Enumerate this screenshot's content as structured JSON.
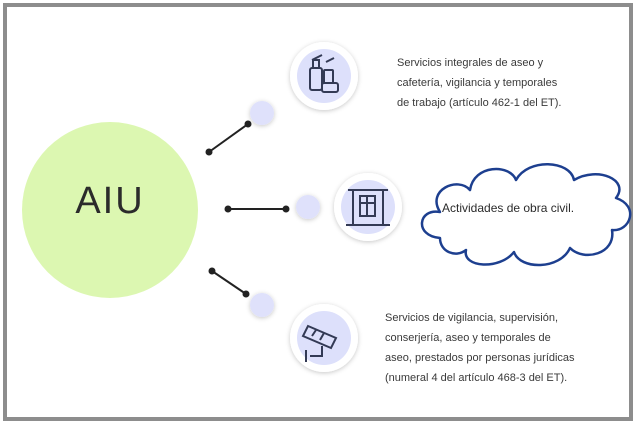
{
  "hub": {
    "label": "AIU",
    "color": "#dcf7b1"
  },
  "items": [
    {
      "icon": "cleaning-supplies-icon",
      "text_lines": [
        "Servicios integrales de aseo y",
        "cafetería, vigilancia y temporales",
        "de trabajo (artículo 462-1 del ET)."
      ]
    },
    {
      "icon": "construction-crane-icon",
      "text_lines": [
        "Actividades de obra civil."
      ]
    },
    {
      "icon": "security-camera-icon",
      "text_lines": [
        "Servicios de vigilancia, supervisión,",
        "conserjería, aseo y temporales de",
        "aseo, prestados por personas jurídicas",
        "(numeral 4 del artículo 468-3 del ET)."
      ]
    }
  ],
  "colors": {
    "icon_circle": "#dde0fb",
    "dot": "#dfe1fb",
    "cloud_stroke": "#1d3f8f",
    "icon_stroke": "#333a55"
  }
}
